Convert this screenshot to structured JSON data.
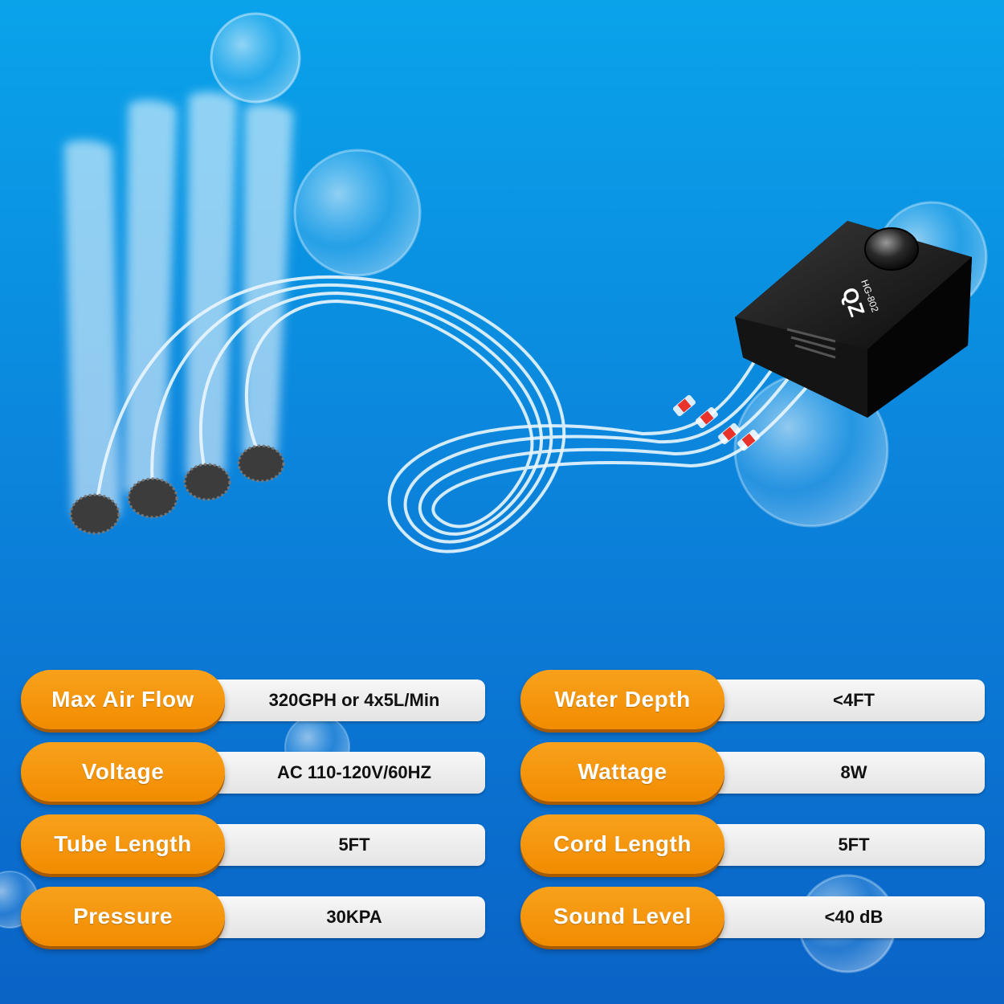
{
  "product": {
    "brand": "QZ",
    "model": "HG-802"
  },
  "specs": [
    {
      "label": "Max Air Flow",
      "value": "320GPH or 4x5L/Min"
    },
    {
      "label": "Water Depth",
      "value": "<4FT"
    },
    {
      "label": "Voltage",
      "value": "AC 110-120V/60HZ"
    },
    {
      "label": "Wattage",
      "value": "8W"
    },
    {
      "label": "Tube Length",
      "value": "5FT"
    },
    {
      "label": "Cord Length",
      "value": "5FT"
    },
    {
      "label": "Pressure",
      "value": "30KPA"
    },
    {
      "label": "Sound Level",
      "value": "<40 dB"
    }
  ],
  "colors": {
    "background_top": "#0b9be6",
    "background_bottom": "#0a6fd0",
    "label_pill": "#f39200",
    "value_box": "#ececec",
    "pump_body": "#111111",
    "tubing": "#e8f4ff",
    "check_valve": "#e8322a"
  }
}
